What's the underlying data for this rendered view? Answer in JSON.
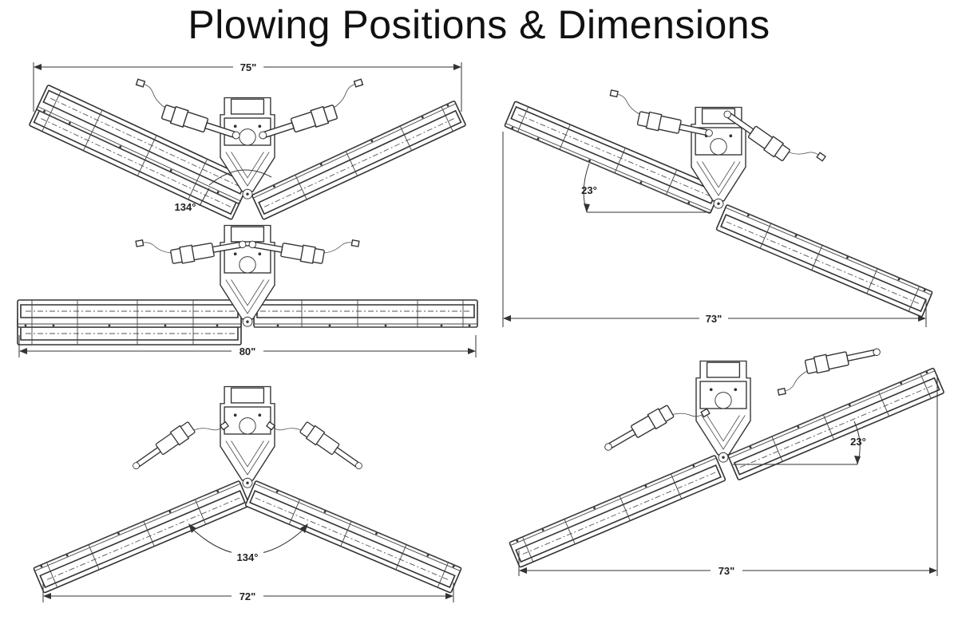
{
  "title": "Plowing Positions & Dimensions",
  "colors": {
    "line": "#333333",
    "background": "#ffffff"
  },
  "views": [
    {
      "position": "v-plow",
      "width_label": "75\"",
      "angle_label": "134°"
    },
    {
      "position": "straight",
      "width_label": "80\""
    },
    {
      "position": "scoop",
      "width_label": "72\"",
      "angle_label": "134°"
    },
    {
      "position": "angle-right",
      "width_label": "73\"",
      "angle_label": "23°"
    },
    {
      "position": "angle-left",
      "width_label": "73\"",
      "angle_label": "23°"
    }
  ]
}
